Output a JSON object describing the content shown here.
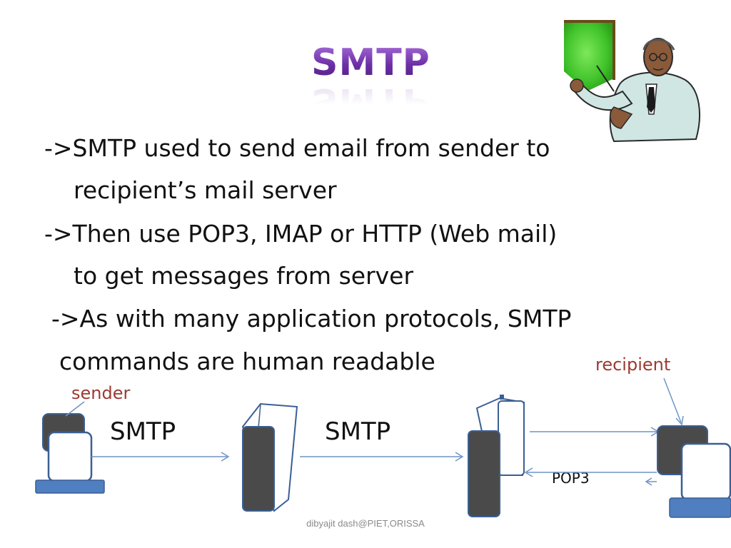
{
  "slide": {
    "title": "SMTP",
    "bullets": [
      {
        "line1": "->SMTP used to send email from sender to",
        "line2": "recipient’s mail server"
      },
      {
        "line1": "->Then use POP3, IMAP or HTTP (Web mail)",
        "line2": "to get messages from server"
      },
      {
        "line1": "->As with many application protocols, SMTP",
        "line2": "commands are human readable"
      }
    ],
    "footer": "dibyajit dash@PIET,ORISSA"
  },
  "diagram": {
    "sender_label": "sender",
    "recipient_label": "recipient",
    "smtp_label_1": "SMTP",
    "smtp_label_2": "SMTP",
    "pop3_label": "POP3",
    "colors": {
      "device_dark": "#4a4a4a",
      "device_border": "#3b5f94",
      "keyboard_blue": "#4f7fc0",
      "arrow": "#6f94c6",
      "label_red": "#9b3a32",
      "title_purple": "#6d2fa6"
    }
  },
  "icons": {
    "teacher": "teacher-pointing-at-board-clipart"
  }
}
